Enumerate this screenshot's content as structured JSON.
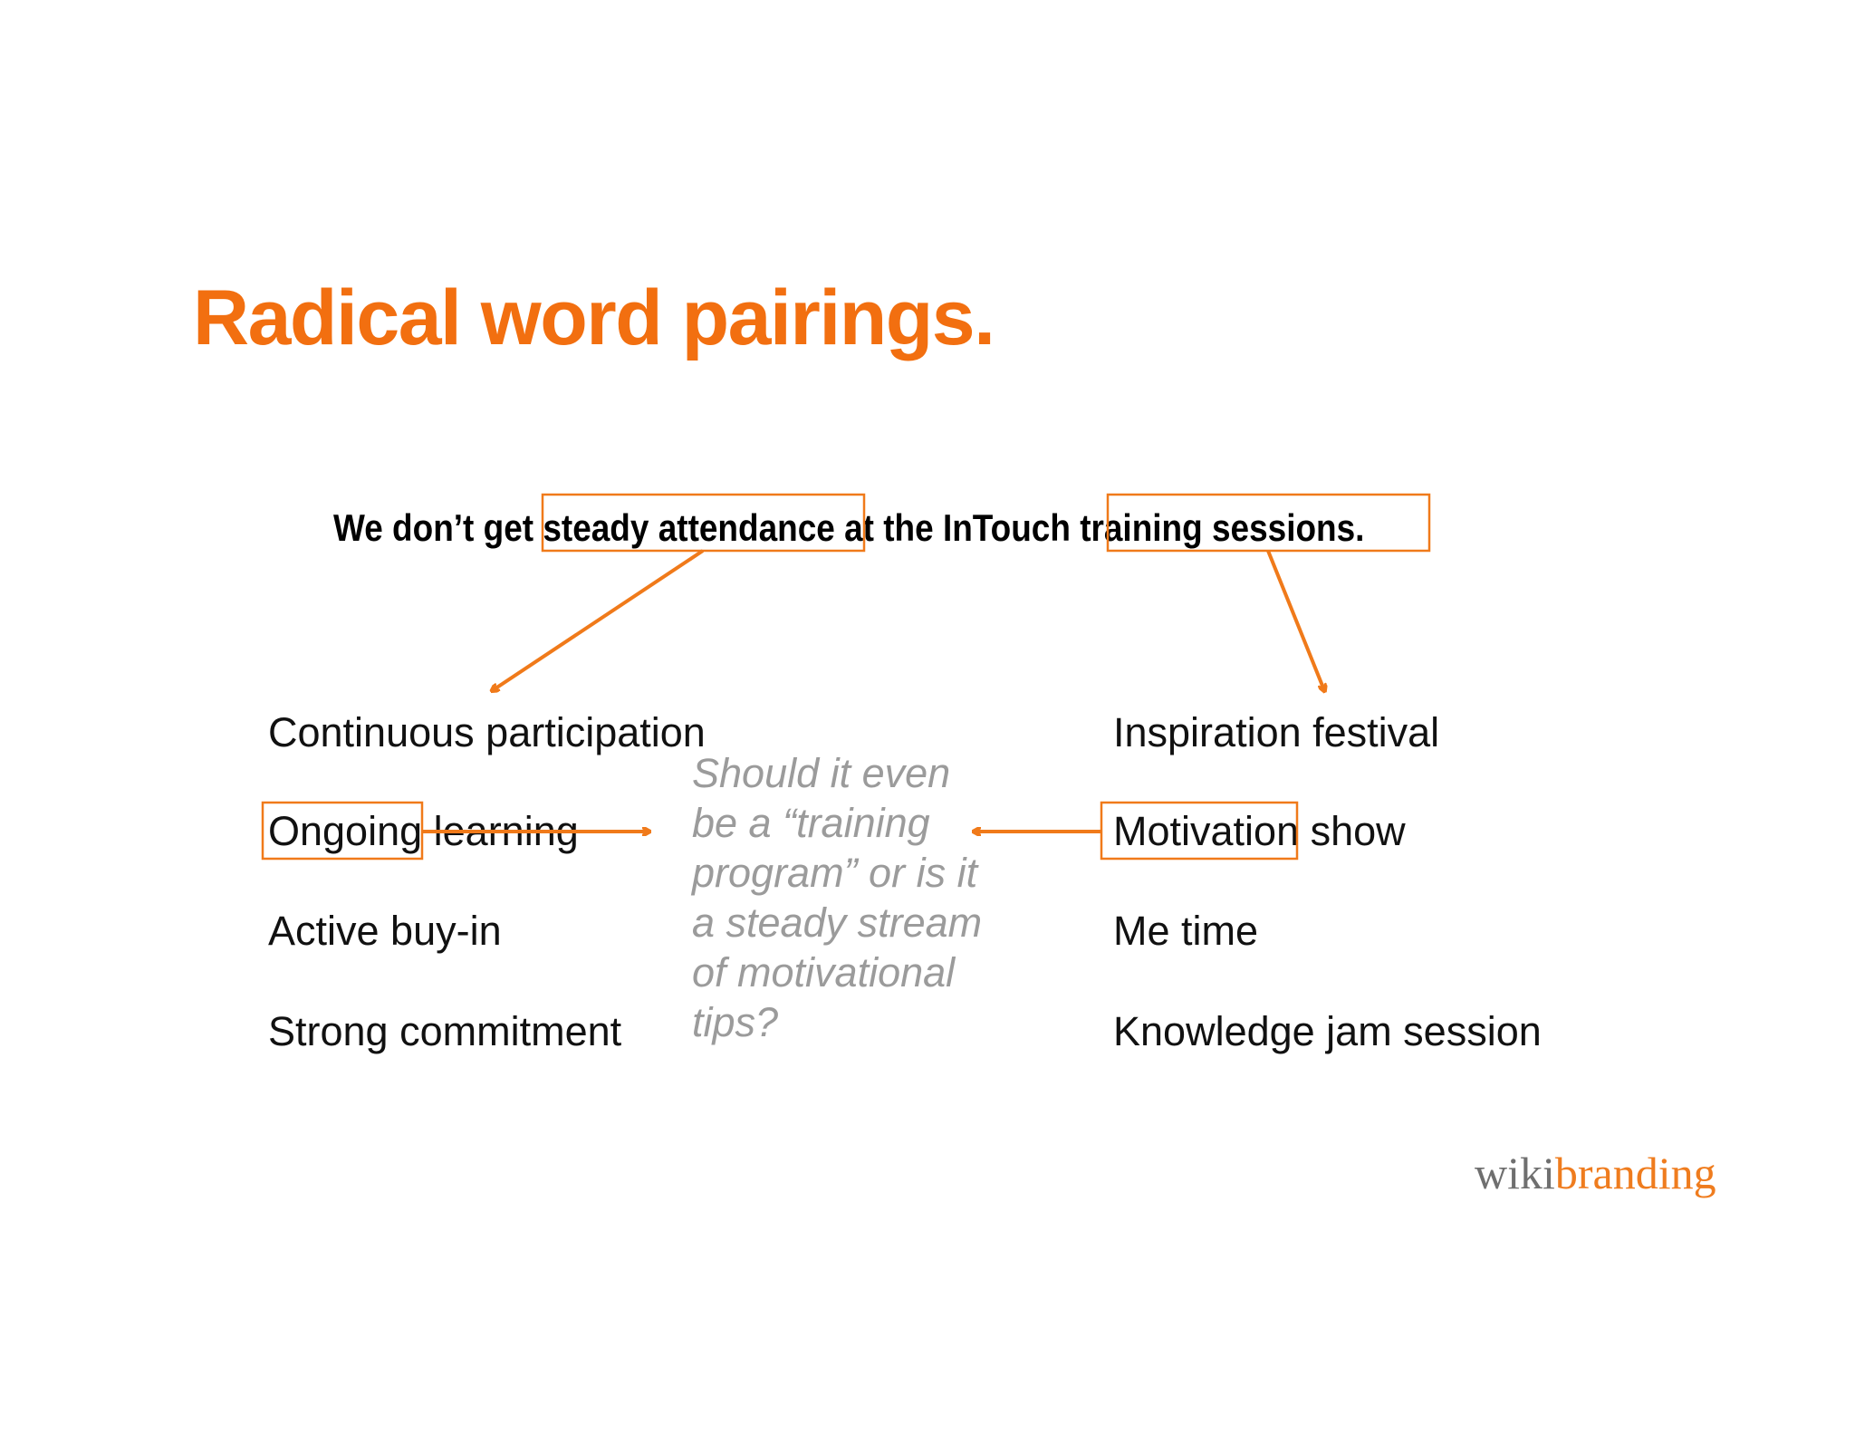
{
  "title": "Radical word pairings.",
  "sentence": {
    "part1": "We don’t get ",
    "highlight1": "steady attendance",
    "part2": " at the InTouch ",
    "highlight2": "training sessions."
  },
  "left_words": [
    "Continuous participation",
    "Ongoing learning",
    "Active buy-in",
    "Strong commitment"
  ],
  "right_words": [
    "Inspiration festival",
    "Motivation show",
    "Me time",
    "Knowledge jam session"
  ],
  "question": "Should it even be a “training program” or is it a steady stream of motivational tips?",
  "logo": {
    "part1": "wiki",
    "part2": "branding"
  },
  "colors": {
    "accent": "#f26f10",
    "muted": "#9b9b9b"
  }
}
